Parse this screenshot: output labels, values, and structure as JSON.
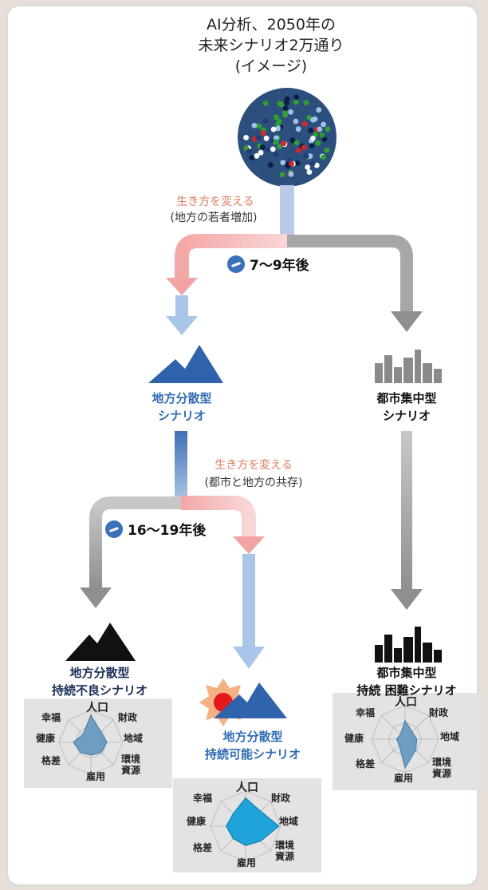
{
  "title": {
    "line1": "AI分析、2050年の",
    "line2": "未来シナリオ2万通り",
    "line3": "(イメージ)"
  },
  "branch1": {
    "action": "生き方を変える",
    "detail": "(地方の若者増加)",
    "time": "7〜9年後"
  },
  "branch2": {
    "action": "生き方を変える",
    "detail": "(都市と地方の共存)",
    "time": "16〜19年後"
  },
  "nodes": {
    "local_dispersed": {
      "line1": "地方分散型",
      "line2": "シナリオ"
    },
    "urban_concentrated": {
      "line1": "都市集中型",
      "line2": "シナリオ"
    },
    "local_unsustainable": {
      "line1": "地方分散型",
      "line2": "持続不良シナリオ"
    },
    "local_sustainable": {
      "line1": "地方分散型",
      "line2": "持続可能シナリオ"
    },
    "urban_difficult": {
      "line1": "都市集中型",
      "line2": "持続 困難シナリオ"
    }
  },
  "radar_labels": {
    "population": "人口",
    "finance": "財政",
    "region": "地域",
    "environment1": "環境",
    "environment2": "資源",
    "employment": "雇用",
    "inequality": "格差",
    "health": "健康",
    "happiness": "幸福"
  },
  "radar_values": {
    "axes": [
      "人口",
      "財政",
      "地域",
      "環境資源",
      "雇用",
      "格差",
      "健康",
      "幸福"
    ],
    "unsustainable": [
      0.85,
      0.45,
      0.5,
      0.45,
      0.4,
      0.45,
      0.55,
      0.35
    ],
    "sustainable": [
      0.8,
      0.6,
      0.95,
      0.6,
      0.55,
      0.5,
      0.55,
      0.5
    ],
    "difficult": [
      0.55,
      0.3,
      0.35,
      0.45,
      0.85,
      0.25,
      0.25,
      0.2
    ]
  },
  "colors": {
    "blue": "#2f6cb3",
    "radar_blue": "#6f9ec4",
    "radar_cyan": "#1fa3d8",
    "pink": "#f29a9a",
    "light_blue": "#a9c6e8",
    "gray": "#9b9b9b",
    "dark": "#1a1a1a"
  }
}
